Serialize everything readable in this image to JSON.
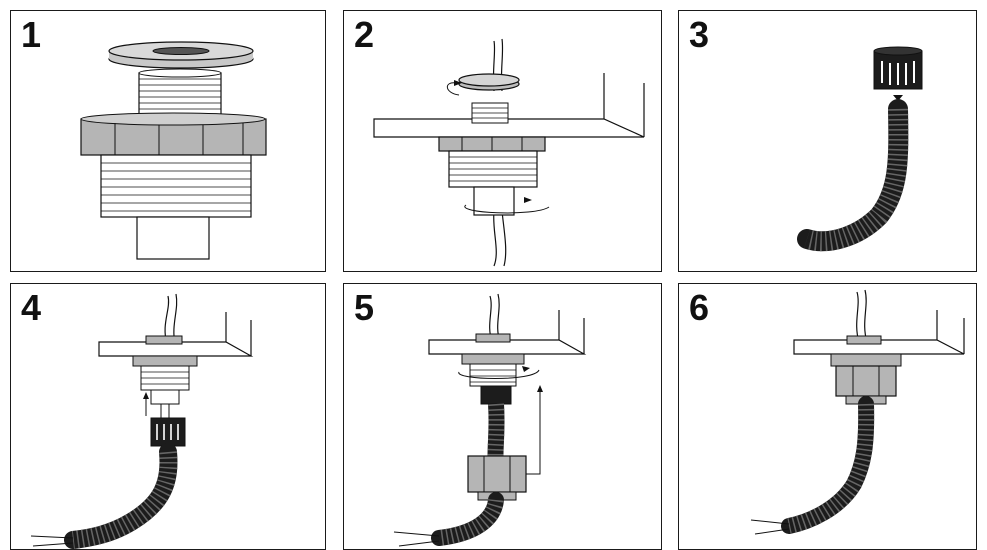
{
  "steps": [
    {
      "number": "1"
    },
    {
      "number": "2"
    },
    {
      "number": "3"
    },
    {
      "number": "4"
    },
    {
      "number": "5"
    },
    {
      "number": "6"
    }
  ],
  "colors": {
    "border": "#1a1a1a",
    "nut_gray": "#b0b0b0",
    "conduit": "#1c1c1c",
    "fitting_white": "#ffffff"
  }
}
